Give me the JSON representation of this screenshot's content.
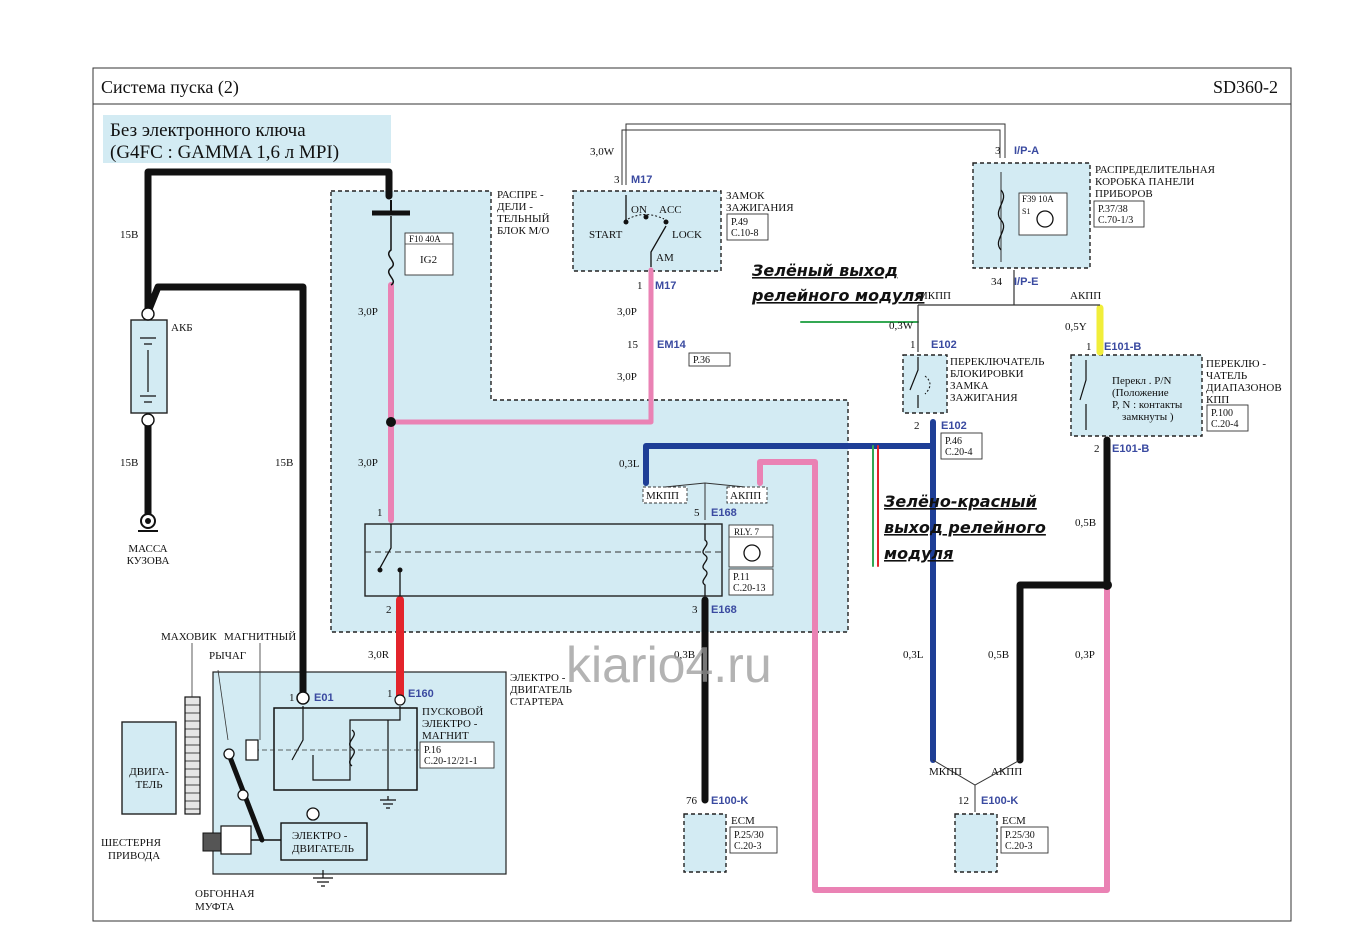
{
  "header": {
    "title": "Система    пуска  (2)",
    "code": "SD360-2"
  },
  "subtitle": {
    "line1": "Без  электронного       ключа",
    "line2": "(G4FC : GAMMA 1,6    л MPI)"
  },
  "notes": {
    "green": {
      "line1": "Зелёный выход",
      "line2": "релейного модуля"
    },
    "green_red": {
      "line1": "Зелёно-красный",
      "line2": "выход релейного",
      "line3": "модуля"
    }
  },
  "watermark": "kiario4.ru",
  "colors": {
    "pink": "#ea82b4",
    "blue": "#1e3e96",
    "red": "#e3242b",
    "yellow": "#f1ee3a",
    "green": "#34a853",
    "black": "#111111",
    "box_fill": "#d3ebf3"
  },
  "components": {
    "battery": {
      "label": "АКБ"
    },
    "ground": {
      "line1": "МАССА",
      "line2": "КУЗОВА"
    },
    "fusebox": {
      "line1": "РАСПРЕ -",
      "line2": "ДЕЛИ -",
      "line3": "ТЕЛЬНЫЙ",
      "line4": "БЛОК М/О",
      "fuse": "F10 40A",
      "fuse_name": "IG2"
    },
    "ignition": {
      "line1": "ЗАМОК",
      "line2": "ЗАЖИГАНИЯ",
      "ref1": "P.49",
      "ref2": "C.10-8",
      "on": "ON",
      "acc": "ACC",
      "start": "START",
      "lock": "LOCK",
      "am": "AM"
    },
    "ip_box": {
      "line1": "РАСПРЕДЕЛИТЕЛЬНАЯ",
      "line2": "КОРОБКА  ПАНЕЛИ",
      "line3": "ПРИБОРОВ",
      "ref1": "P.37/38",
      "ref2": "C.70-1/3",
      "fuse": "F39 10A",
      "fuse_s": "S1"
    },
    "lock_switch": {
      "line1": "ПЕРЕКЛЮЧАТЕЛЬ",
      "line2": "БЛОКИРОВКИ",
      "line3": "ЗАМКА",
      "line4": "ЗАЖИГАНИЯ",
      "ref1": "P.46",
      "ref2": "C.20-4"
    },
    "range_switch": {
      "line1": "ПЕРЕКЛЮ -",
      "line2": "ЧАТЕЛЬ",
      "line3": "ДИАПАЗОНОВ",
      "line4": "КПП",
      "ref1": "P.100",
      "ref2": "C.20-4",
      "in1": "Перекл . P/N",
      "in2": "(Положение",
      "in3": "P, N :  контакты",
      "in4": "замкнуты )"
    },
    "relay": {
      "name": "RLY. 7",
      "ref1": "P.11",
      "ref2": "C.20-13"
    },
    "starter": {
      "line1": "ЭЛЕКТРО -",
      "line2": "ДВИГАТЕЛЬ",
      "line3": "СТАРТЕРА",
      "sol1": "ПУСКОВОЙ",
      "sol2": "ЭЛЕКТРО -",
      "sol3": "МАГНИТ",
      "ref1": "P.16",
      "ref2": "C.20-12/21-1",
      "motor1": "ЭЛЕКТРО -",
      "motor2": "ДВИГАТЕЛЬ"
    },
    "engine": {
      "line1": "ДВИГА-",
      "line2": "ТЕЛЬ"
    },
    "flywheel": "МАХОВИК",
    "magnetic": "МАГНИТНЫЙ",
    "lever": "РЫЧАГ",
    "gear": {
      "line1": "ШЕСТЕРНЯ",
      "line2": "ПРИВОДА"
    },
    "clutch": {
      "line1": "ОБГОННАЯ",
      "line2": "МУФТА"
    },
    "ecm1": {
      "name": "ECM",
      "ref1": "P.25/30",
      "ref2": "C.20-3"
    },
    "ecm2": {
      "name": "ECM",
      "ref1": "P.25/30",
      "ref2": "C.20-3"
    },
    "em14_ref": "P.36"
  },
  "wires": {
    "w15b_top": "15B",
    "w15b_bot": "15B",
    "w15b_right": "15B",
    "p30_a": "3,0P",
    "p30_b": "3,0P",
    "p30_c": "3,0P",
    "p30_d": "3,0P",
    "w30w": "3,0W",
    "w03w": "0,3W",
    "w05y": "0,5Y",
    "w03l": "0,3L",
    "w03l_b": "0,3L",
    "w30r": "3,0R",
    "w03b": "0,3B",
    "w05b_a": "0,5B",
    "w05b_b": "0,5B",
    "w03p": "0,3P",
    "mkpp": "МКПП",
    "akpp": "АКПП"
  },
  "connectors": {
    "m17": "M17",
    "em14": "EM14",
    "ipa": "I/P-A",
    "ipe": "I/P-E",
    "e102": "E102",
    "e101b": "E101-B",
    "e168": "E168",
    "e160": "E160",
    "e01": "E01",
    "e100k": "E100-K"
  },
  "pins": {
    "p1": "1",
    "p2": "2",
    "p3": "3",
    "p5": "5",
    "p12": "12",
    "p15": "15",
    "p34": "34",
    "p76": "76"
  }
}
